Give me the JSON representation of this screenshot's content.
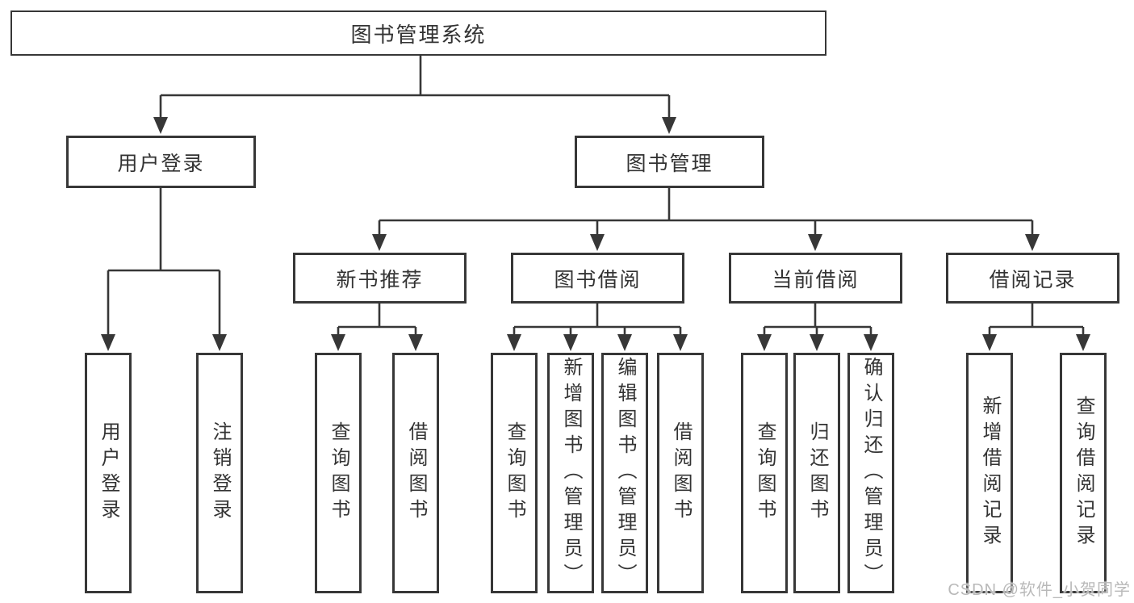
{
  "diagram": {
    "root": {
      "label": "图书管理系统"
    },
    "level2": [
      {
        "label": "用户登录"
      },
      {
        "label": "图书管理"
      }
    ],
    "level3": [
      {
        "label": "新书推荐",
        "parent": "图书管理"
      },
      {
        "label": "图书借阅",
        "parent": "图书管理"
      },
      {
        "label": "当前借阅",
        "parent": "图书管理"
      },
      {
        "label": "借阅记录",
        "parent": "图书管理"
      }
    ],
    "leaves": [
      {
        "label": "用户登录",
        "parent": "用户登录"
      },
      {
        "label": "注销登录",
        "parent": "用户登录"
      },
      {
        "label": "查询图书",
        "parent": "新书推荐"
      },
      {
        "label": "借阅图书",
        "parent": "新书推荐"
      },
      {
        "label": "查询图书",
        "parent": "图书借阅"
      },
      {
        "label": "新增图书（管理员）",
        "parent": "图书借阅"
      },
      {
        "label": "编辑图书（管理员）",
        "parent": "图书借阅"
      },
      {
        "label": "借阅图书",
        "parent": "图书借阅"
      },
      {
        "label": "查询图书",
        "parent": "当前借阅"
      },
      {
        "label": "归还图书",
        "parent": "当前借阅"
      },
      {
        "label": "确认归还（管理员）",
        "parent": "当前借阅"
      },
      {
        "label": "新增借阅记录",
        "parent": "借阅记录"
      },
      {
        "label": "查询借阅记录",
        "parent": "借阅记录"
      }
    ],
    "watermark": "CSDN @软件_小贺同学",
    "colors": {
      "line": "#373737",
      "text": "#333333",
      "box_background": "#ffffff",
      "watermark": "#b9b9b9",
      "page_background": "#ffffff"
    }
  }
}
